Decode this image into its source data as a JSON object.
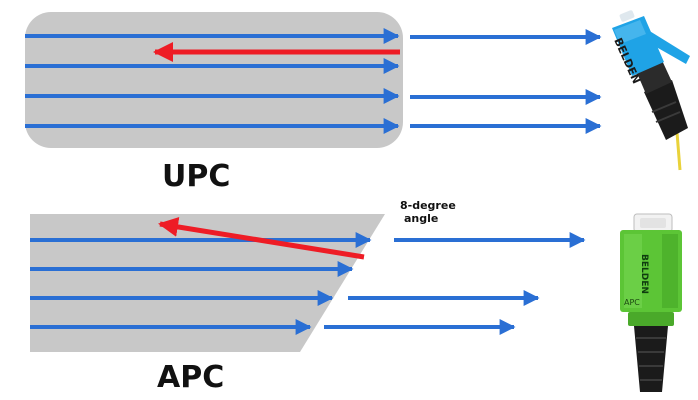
{
  "labels": {
    "upc": "UPC",
    "apc": "APC",
    "angle_line1": "8-degree",
    "angle_line2": "angle"
  },
  "connectors": {
    "upc_brand": "BELDEN",
    "apc_brand": "BELDEN",
    "apc_mark": "APC"
  },
  "colors": {
    "ferrule_gray": "#c8c8c8",
    "light_ray_blue": "#2a6fd4",
    "reflection_red": "#ee1c25",
    "upc_connector_blue": "#1fa3e6",
    "apc_connector_green": "#5cc536",
    "cable_black": "#1b1b1b",
    "fiber_yellow": "#e9d23a"
  },
  "icons": {
    "upc_connector": "upc-connector-icon",
    "apc_connector": "apc-connector-icon"
  }
}
